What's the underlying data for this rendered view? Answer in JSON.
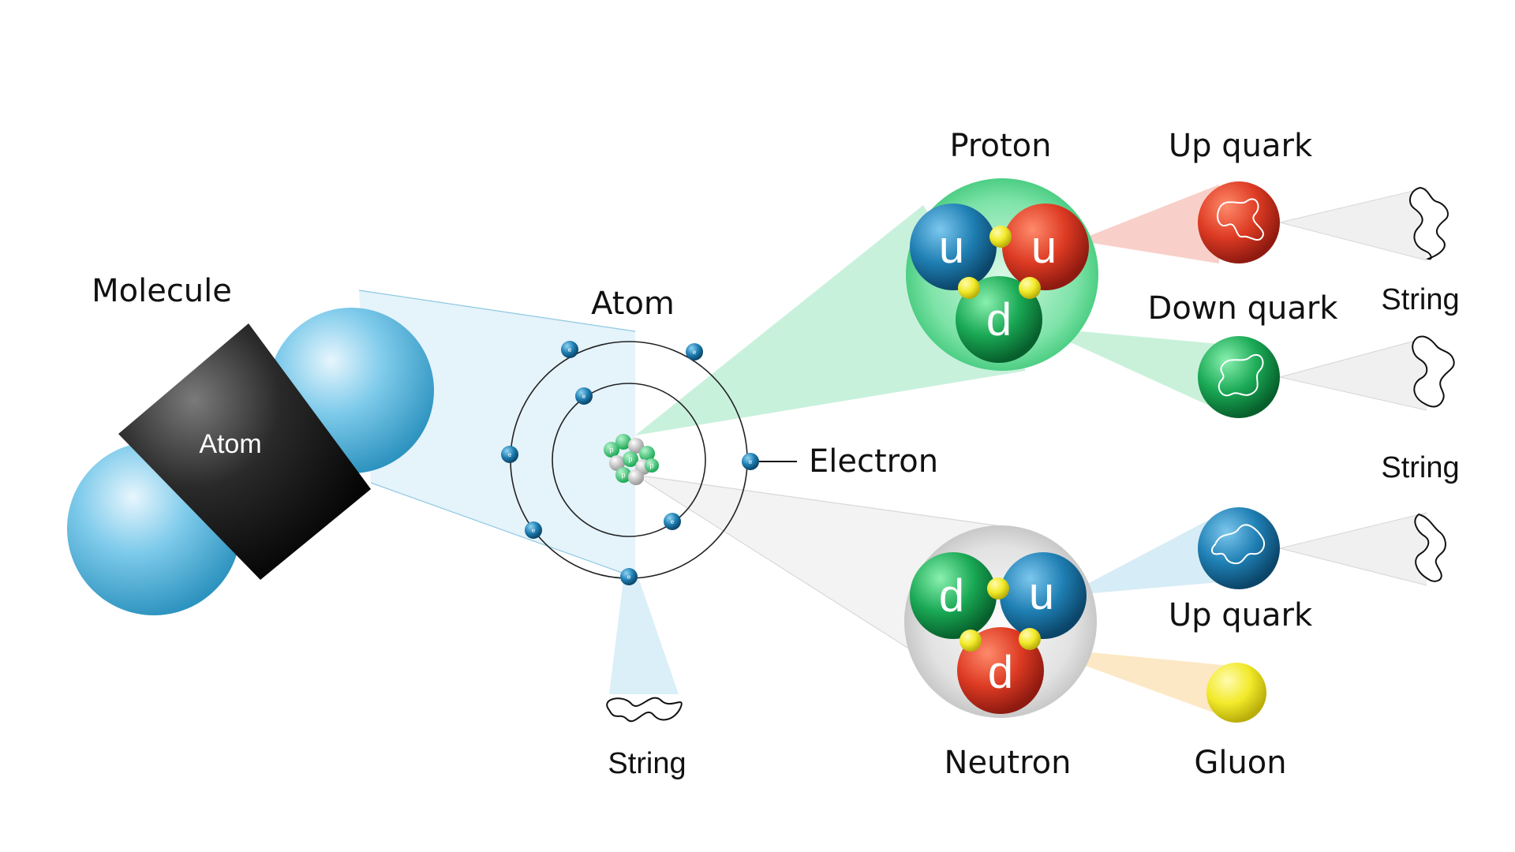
{
  "labels": {
    "molecule": "Molecule",
    "atom_in_molecule": "Atom",
    "atom": "Atom",
    "electron": "Electron",
    "proton": "Proton",
    "neutron": "Neutron",
    "up_quark_top": "Up quark",
    "down_quark": "Down quark",
    "up_quark_bottom": "Up quark",
    "gluon": "Gluon",
    "string_1": "String",
    "string_2": "String",
    "string_electron": "String"
  },
  "proton_quarks": [
    "u",
    "u",
    "d"
  ],
  "neutron_quarks": [
    "d",
    "u",
    "d"
  ],
  "electron_symbol": "e",
  "nucleus_symbol": "p",
  "colors": {
    "molecule_blue": "#5bb8e0",
    "molecule_black": "#1a1a1a",
    "quark_red": "#d93a2b",
    "quark_green": "#1fae5a",
    "quark_blue": "#1f7fb3",
    "gluon_yellow": "#f2ea2a",
    "electron_blue": "#1a73a6",
    "proton_glow": "#4fd68a",
    "neutron_glow": "#cfcfcf"
  }
}
